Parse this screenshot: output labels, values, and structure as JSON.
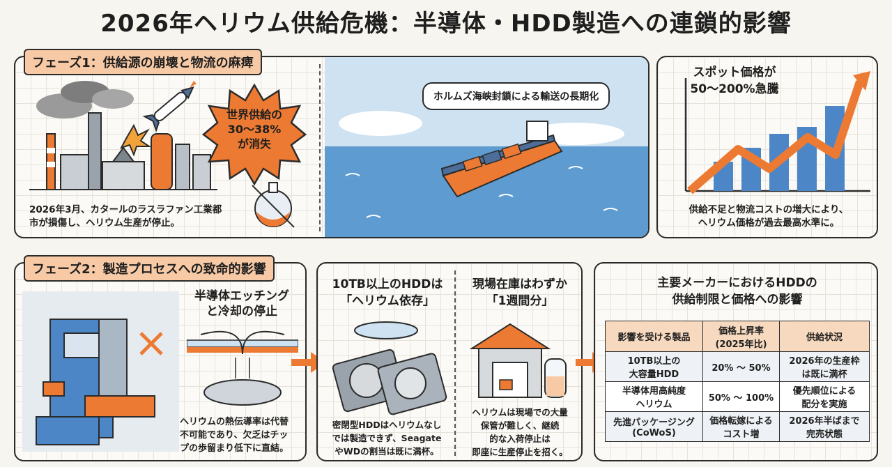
{
  "title": "2026年ヘリウム供給危機：半導体・HDD製造への連鎖的影響",
  "phase1": {
    "label": "フェーズ1：供給源の崩壊と物流の麻痺",
    "burst_text": [
      "世界供給の",
      "30〜38%",
      "が消失"
    ],
    "caption": [
      "2026年3月、カタールのラスラファン工業都",
      "市が損傷し、ヘリウム生産が停止。"
    ],
    "ship_bubble": "ホルムズ海峡封鎖による輸送の長期化",
    "price_title": [
      "スポット価格が",
      "50〜200%急騰"
    ],
    "price_caption": [
      "供給不足と物流コストの増大により、",
      "ヘリウム価格が過去最高水準に。"
    ]
  },
  "phase2": {
    "label": "フェーズ2：製造プロセスへの致命的影響",
    "etch_title": [
      "半導体エッチング",
      "と冷却の停止"
    ],
    "etch_caption": [
      "ヘリウムの熱伝導率は代替",
      "不可能であり、欠乏はチッ",
      "プの歩留まり低下に直結。"
    ],
    "hdd_title": [
      "10TB以上のHDDは",
      "「ヘリウム依存」"
    ],
    "hdd_caption": [
      "密閉型HDDはヘリウムなし",
      "では製造できず、Seagate",
      "やWDの割当は既に満杯。"
    ],
    "stock_title": [
      "現場在庫はわずか",
      "「1週間分」"
    ],
    "stock_caption": [
      "ヘリウムは現場での大量",
      "保管が難しく、継続",
      "的な入荷停止は",
      "即座に生産停止を招く。"
    ]
  },
  "maker": {
    "title": [
      "主要メーカーにおけるHDDの",
      "供給制限と価格への影響"
    ],
    "headers": [
      "影響を受ける製品",
      "価格上昇率\n(2025年比)",
      "供給状況"
    ],
    "rows": [
      [
        "10TB以上の\n大容量HDD",
        "20% 〜 50%",
        "2026年の生産枠\nは既に満杯"
      ],
      [
        "半導体用高純度\nヘリウム",
        "50% 〜 100%",
        "優先順位による\n配分を実施"
      ],
      [
        "先進パッケージング\n(CoWoS)",
        "価格転嫁による\nコスト増",
        "2026年半ばまで\n完売状態"
      ]
    ]
  },
  "colors": {
    "accent": "#ec7a33",
    "sea": "#5e9bd0",
    "ink": "#2b2b2b",
    "label_bg": "#f7c9a5"
  }
}
